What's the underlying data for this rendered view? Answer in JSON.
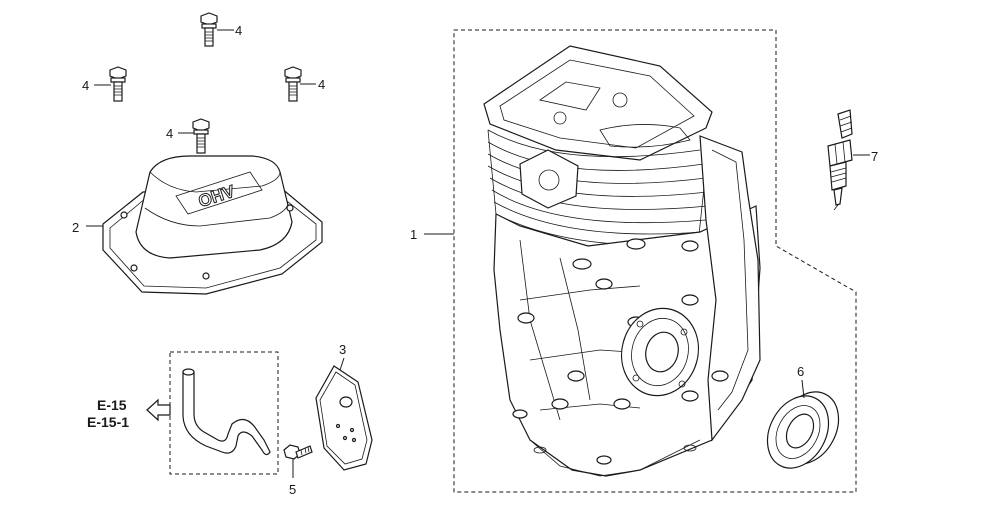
{
  "callouts": {
    "p1": "1",
    "p2": "2",
    "p3": "3",
    "p4a": "4",
    "p4b": "4",
    "p4c": "4",
    "p4d": "4",
    "p5": "5",
    "p6": "6",
    "p7": "7"
  },
  "references": {
    "ref1": "E-15",
    "ref2": "E-15-1"
  },
  "cover_logo": "OHV"
}
